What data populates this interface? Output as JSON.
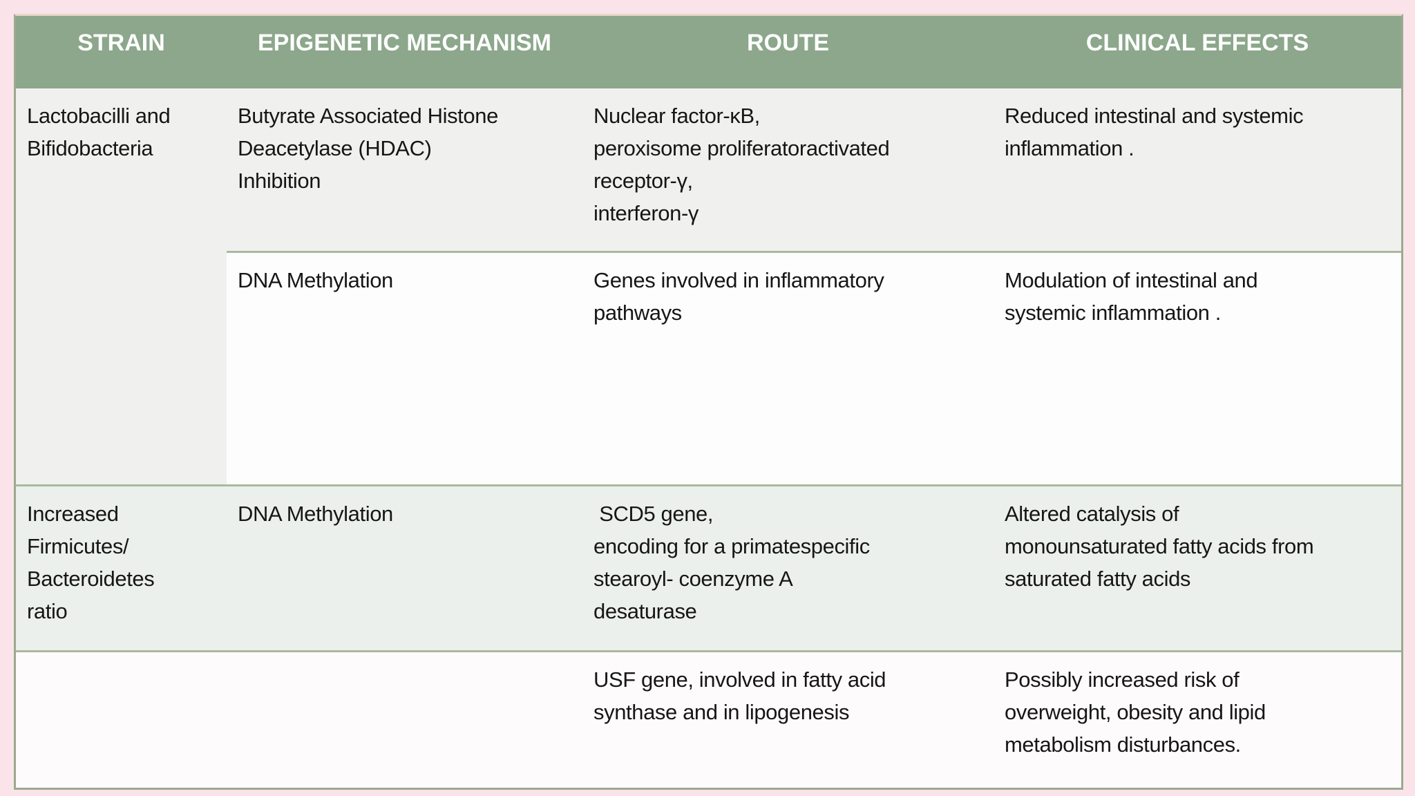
{
  "page": {
    "background_color": "#fae4ea",
    "header_bg_color": "#8ca78b",
    "header_text_color": "#ffffff",
    "row_alt_color": "#f0f1ee",
    "row_green_color": "#ecf0ec",
    "divider_color": "#a9b8a0",
    "border_color": "#9aaa90"
  },
  "table": {
    "columns": [
      "STRAIN",
      "EPIGENETIC MECHANISM",
      "ROUTE",
      "CLINICAL EFFECTS"
    ],
    "rows": [
      {
        "strain": "Lactobacilli and\nBifidobacteria",
        "mechanism": "Butyrate Associated Histone\nDeacetylase (HDAC)\nInhibition",
        "route": "Nuclear factor-κB,\nperoxisome proliferatoractivated\nreceptor-γ,\ninterferon-γ",
        "effects": "Reduced intestinal and systemic\ninflammation ."
      },
      {
        "strain": "",
        "mechanism": "DNA Methylation",
        "route": "Genes involved in inflammatory\npathways",
        "effects": "Modulation of intestinal and\nsystemic inflammation ."
      },
      {
        "strain": "Increased\nFirmicutes/\nBacteroidetes\nratio",
        "mechanism": "DNA Methylation",
        "route": " SCD5 gene,\nencoding for a primatespecific\nstearoyl- coenzyme A\ndesaturase",
        "effects": "Altered catalysis of\nmonounsaturated fatty acids from\nsaturated fatty acids"
      },
      {
        "strain": "",
        "mechanism": "",
        "route": "USF gene, involved in fatty acid\nsynthase and in lipogenesis",
        "effects": "Possibly increased risk of\noverweight, obesity and lipid\nmetabolism disturbances."
      }
    ]
  }
}
